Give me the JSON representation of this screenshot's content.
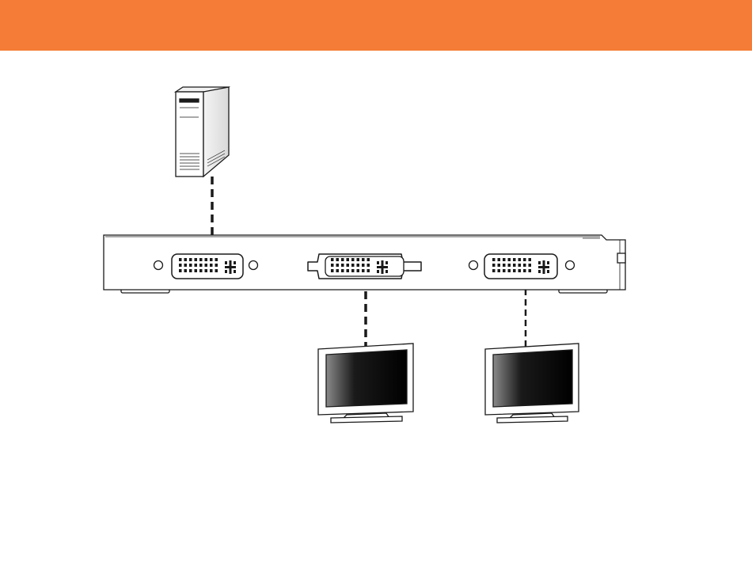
{
  "header": {
    "color": "#f47c36"
  },
  "diagram": {
    "nodes": [
      {
        "id": "computer",
        "icon": "tower-computer-icon"
      },
      {
        "id": "splitter",
        "icon": "dvi-splitter-panel-icon"
      },
      {
        "id": "monitor-1",
        "icon": "flat-panel-monitor-icon"
      },
      {
        "id": "monitor-2",
        "icon": "flat-panel-monitor-icon"
      }
    ],
    "ports": [
      {
        "id": "dvi-input",
        "icon": "dvi-connector-icon"
      },
      {
        "id": "dvi-output-1",
        "icon": "dvi-connector-icon"
      },
      {
        "id": "dvi-output-2",
        "icon": "dvi-connector-icon"
      }
    ],
    "links": [
      {
        "from": "computer",
        "to": "dvi-input",
        "style": "dashed"
      },
      {
        "from": "dvi-output-1",
        "to": "monitor-1",
        "style": "dashed"
      },
      {
        "from": "dvi-output-2",
        "to": "monitor-2",
        "style": "dashed"
      }
    ],
    "colors": {
      "stroke": "#1a1a1a",
      "screen": "#000000",
      "background": "#ffffff"
    }
  }
}
